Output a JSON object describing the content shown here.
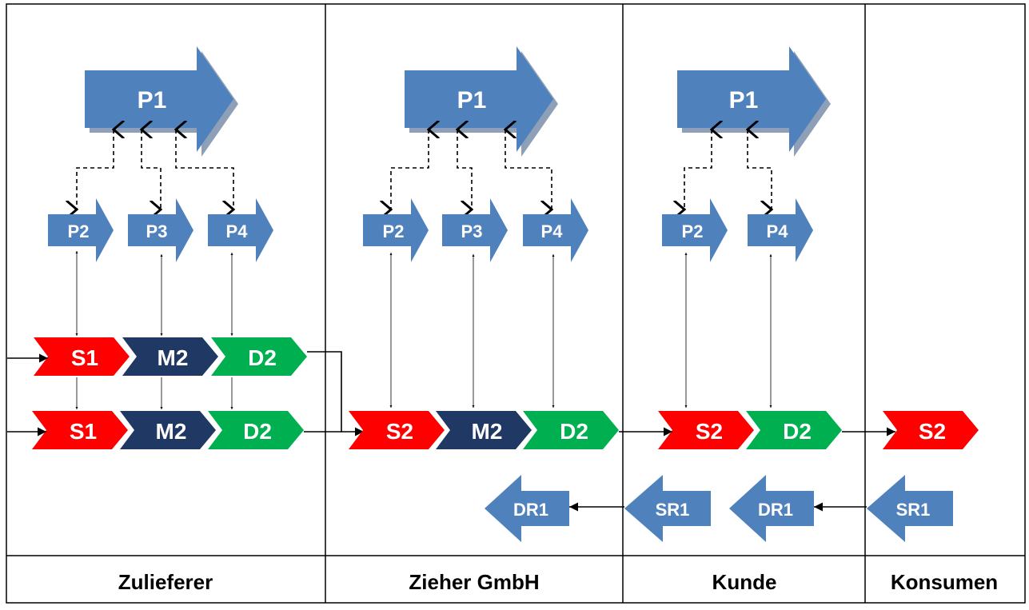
{
  "columns": [
    {
      "id": "zulieferer",
      "label": "Zulieferer"
    },
    {
      "id": "zieher",
      "label": "Zieher GmbH"
    },
    {
      "id": "kunde",
      "label": "Kunde"
    },
    {
      "id": "konsumen",
      "label": "Konsumen"
    }
  ],
  "labels": {
    "p1": "P1",
    "p2": "P2",
    "p3": "P3",
    "p4": "P4",
    "s1": "S1",
    "s2": "S2",
    "m2": "M2",
    "d2": "D2",
    "dr1": "DR1",
    "sr1": "SR1"
  },
  "colors": {
    "plan_blue": "#4f81bd",
    "plan_shadow": "#8ea0b8",
    "source_red": "#ff0000",
    "make_navy": "#1f3864",
    "deliver_green": "#00b050",
    "line": "#000000"
  }
}
